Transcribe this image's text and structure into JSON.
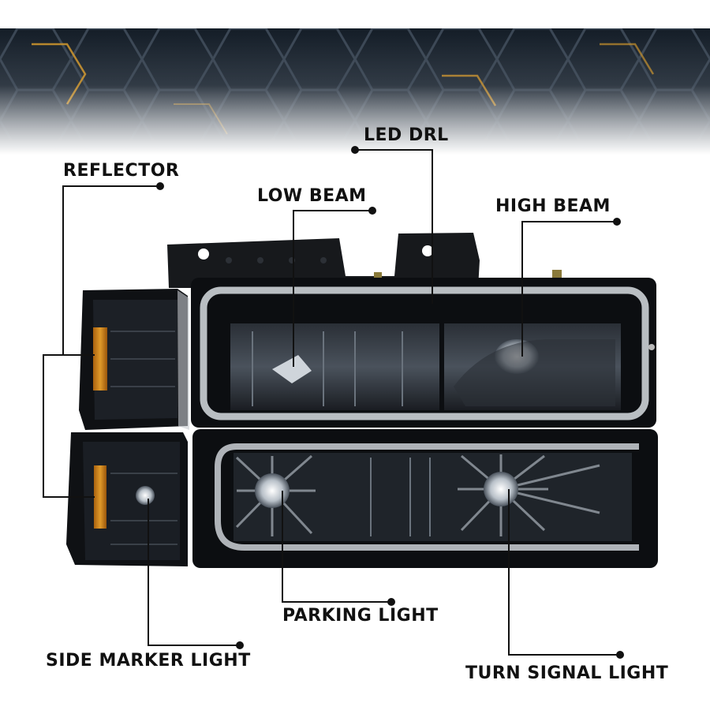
{
  "labels": {
    "led_drl": "LED DRL",
    "reflector": "REFLECTOR",
    "low_beam": "LOW BEAM",
    "high_beam": "HIGH BEAM",
    "parking_light": "PARKING LIGHT",
    "side_marker_light": "SIDE MARKER LIGHT",
    "turn_signal_light": "TURN SIGNAL LIGHT"
  },
  "colors": {
    "background": "#ffffff",
    "banner_dark": "#1b2530",
    "hex_gold": "#c8902a",
    "housing": "#0d0f12",
    "reflector_amber": "#d98a1b",
    "drl_glow": "#d8dde2",
    "callout_line": "#111111"
  }
}
